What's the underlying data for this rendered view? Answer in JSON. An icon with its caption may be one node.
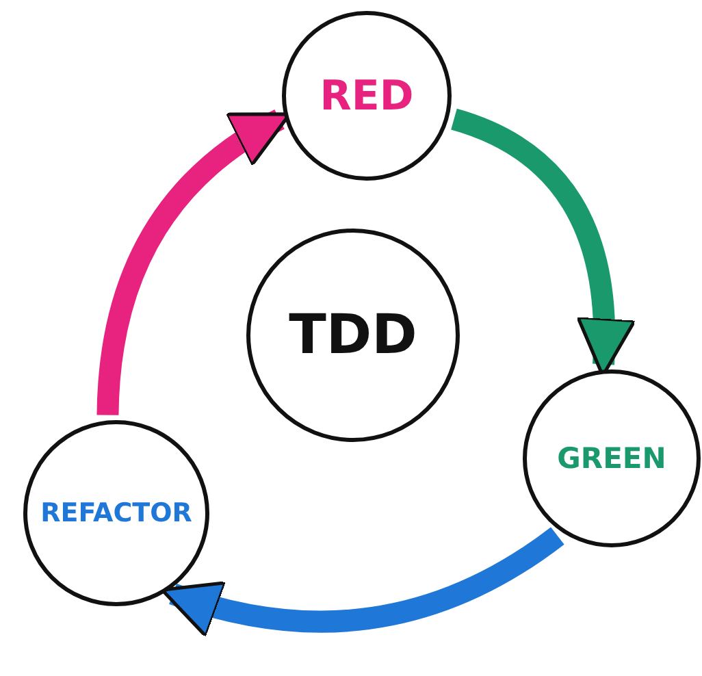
{
  "diagram": {
    "nodes": [
      {
        "text": [
          "RED"
        ]
      },
      {
        "text": [
          "TDD"
        ]
      },
      {
        "text": [
          "GREEN"
        ]
      },
      {
        "text": [
          "REFACTOR"
        ]
      }
    ],
    "edges": [
      {
        "from": 0,
        "to": 2,
        "arrow": "to",
        "color": "#1a9a6c"
      },
      {
        "from": 2,
        "to": 3,
        "arrow": "to",
        "color": "#1f78d8"
      },
      {
        "from": 3,
        "to": 0,
        "arrow": "to",
        "color": "#e8237f"
      }
    ]
  }
}
